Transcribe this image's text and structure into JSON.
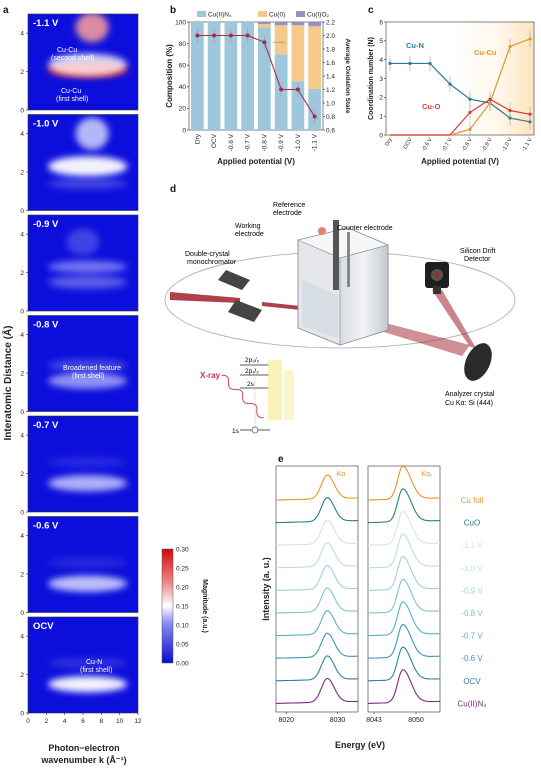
{
  "panel_a": {
    "label": "a",
    "ylabel": "Interatomic Distance (Å)",
    "xlabel_line1": "Photon−electron",
    "xlabel_line2": "wavenumber k (Å⁻¹)",
    "potentials": [
      "-1.1 V",
      "-1.0 V",
      "-0.9 V",
      "-0.8 V",
      "-0.7 V",
      "-0.6 V",
      "OCV"
    ],
    "annotations": {
      "cucu_second": "Cu-Cu",
      "cucu_second2": "(second shell)",
      "cucu_first": "Cu-Cu",
      "cucu_first2": "(first shell)",
      "broadened": "Broadened feature",
      "broadened2": "(first shell)",
      "cun": "Cu-N",
      "cun2": "(first shell)"
    },
    "colorbar_title": "Magnitude (a.u.)",
    "colorbar_ticks": [
      "0.30",
      "0.25",
      "0.20",
      "0.15",
      "0.10",
      "0.05",
      "0.00"
    ]
  },
  "chart_data": [
    {
      "type": "bar",
      "panel": "b",
      "categories": [
        "Dry",
        "OCV",
        "-0.6 V",
        "-0.7 V",
        "-0.8 V",
        "-0.9 V",
        "-1.0 V",
        "-1.1 V"
      ],
      "series": [
        {
          "name": "Cu(II)N₄",
          "values": [
            100,
            100,
            100,
            100,
            95,
            70,
            45,
            38
          ]
        },
        {
          "name": "Cu(0)",
          "values": [
            0,
            0,
            0,
            0,
            3,
            27,
            52,
            58
          ]
        },
        {
          "name": "Cu(I)O₂",
          "values": [
            0,
            0,
            0,
            0,
            2,
            3,
            3,
            4
          ]
        }
      ],
      "oxidation_state": [
        2.0,
        2.0,
        2.0,
        2.0,
        1.9,
        1.2,
        1.2,
        0.8
      ],
      "xlabel": "Applied potential (V)",
      "ylabel": "Composition (%)",
      "y2label": "Average Oxidation State",
      "ylim": [
        0,
        100
      ],
      "y2lim": [
        0.6,
        2.2
      ],
      "yticks": [
        0,
        20,
        40,
        60,
        80,
        100
      ],
      "y2ticks": [
        0.6,
        0.8,
        1.0,
        1.2,
        1.4,
        1.6,
        1.8,
        2.0,
        2.2
      ]
    },
    {
      "type": "line",
      "panel": "c",
      "categories": [
        "Dry",
        "OCV",
        "-0.6 V",
        "-0.7 V",
        "-0.8 V",
        "-0.9 V",
        "-1.0 V",
        "-1.1 V"
      ],
      "series": [
        {
          "name": "Cu-N",
          "values": [
            3.8,
            3.8,
            3.8,
            2.7,
            1.9,
            1.7,
            0.9,
            0.7
          ]
        },
        {
          "name": "Cu-Cu",
          "values": [
            0,
            0,
            0,
            0,
            0.3,
            1.7,
            4.7,
            5.1
          ]
        },
        {
          "name": "Cu-O",
          "values": [
            0,
            0,
            0,
            0,
            1.2,
            1.9,
            1.3,
            1.1
          ]
        }
      ],
      "xlabel": "Applied potential (V)",
      "ylabel": "Coordination number (N)",
      "ylim": [
        0,
        6
      ],
      "yticks": [
        0,
        1,
        2,
        3,
        4,
        5,
        6
      ]
    },
    {
      "type": "line",
      "panel": "e",
      "xlabel": "Energy (eV)",
      "ylabel": "Intensity (a. u.)",
      "left_title": "Kα",
      "right_title": "Kα₁",
      "left_xticks": [
        8020,
        8030
      ],
      "right_xticks": [
        8043,
        8050
      ],
      "series_names": [
        "Cu foil",
        "CuO",
        "-1.1 V",
        "-1.0 V",
        "-0.9 V",
        "-0.8 V",
        "-0.7 V",
        "-0.6 V",
        "OCV",
        "Cu(II)N₄"
      ],
      "series_colors": [
        "#e8952a",
        "#2a7f7d",
        "#cde6ec",
        "#b9dde6",
        "#9fd1df",
        "#7fc2d4",
        "#5aaec6",
        "#3f97b6",
        "#2f80a3",
        "#7a2d7e"
      ]
    }
  ],
  "panel_d": {
    "label": "d",
    "reference_electrode": "Reference",
    "reference_electrode2": "electrode",
    "working_electrode": "Working",
    "working_electrode2": "electrode",
    "counter_electrode": "Counter electrode",
    "monochromator": "Double-crystal",
    "monochromator2": "monochromator",
    "detector": "Silicon Drift",
    "detector2": "Detector",
    "analyzer": "Analyzer crystal",
    "analyzer2": "Cu Kα:  Si (444)",
    "xray": "X-ray",
    "levels": [
      "2p₃/₂",
      "2p₁/₂",
      "2s",
      "1s"
    ]
  },
  "colors": {
    "cu2n4": "#9ec7dc",
    "cu0": "#f5c98a",
    "cu1o2": "#9a8fc4",
    "oxstate": "#b0264a",
    "cun": "#2a7a95",
    "cucu": "#e59530",
    "cuo": "#d33b3b",
    "heatmap_bg": "#0c0fdb"
  }
}
